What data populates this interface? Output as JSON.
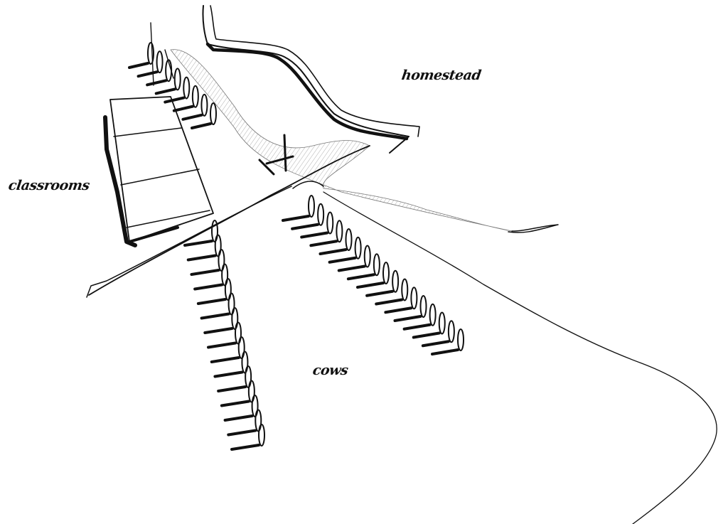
{
  "labels": {
    "homestead": "homestead",
    "classrooms": "classrooms",
    "cows": "cows"
  },
  "colors": {
    "ink": "#111111",
    "paper": "#ffffff",
    "hatch": "#9a9a9a"
  }
}
